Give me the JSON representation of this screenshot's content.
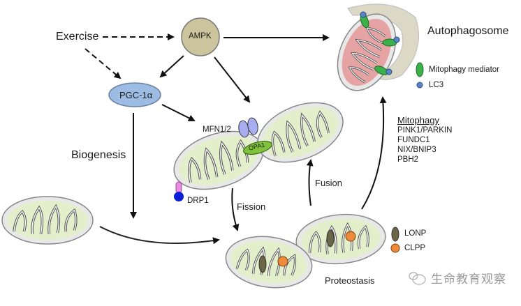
{
  "nodes": {
    "exercise": "Exercise",
    "ampk": "AMPK",
    "pgc1a": "PGC-1α",
    "autophagosome": "Autophagosome"
  },
  "processes": {
    "biogenesis": "Biogenesis",
    "fission": "Fission",
    "fusion": "Fusion",
    "proteostasis": "Proteostasis"
  },
  "proteins": {
    "mfn": "MFN1/2",
    "opa1": "OPA1",
    "drp1": "DRP1"
  },
  "legend_autophagy": [
    {
      "icon": "green-oval",
      "label": "Mitophagy mediator",
      "color": "#3cb04a"
    },
    {
      "icon": "blue-dot",
      "label": "LC3",
      "color": "#5b84c4"
    }
  ],
  "legend_proteostasis": [
    {
      "icon": "olive-oval",
      "label": "LONP",
      "color": "#6b6648"
    },
    {
      "icon": "orange-dot",
      "label": "CLPP",
      "color": "#ee8a3a"
    }
  ],
  "mitophagy": {
    "title": "Mitophagy",
    "items": [
      "PINK1/PARKIN",
      "FUNDC1",
      "NIX/BNIP3",
      "PBH2"
    ]
  },
  "watermark": "生命教育观察",
  "colors": {
    "healthy_matrix": "#e3eecb",
    "damaged_matrix": "#e6a3a3",
    "ampk_fill": "#cbc49c",
    "pgc_fill": "#9dbce3",
    "autophagosome_fill": "#dcd8c6",
    "mfn_fill": "#a8aef0",
    "opa1_fill": "#7fc23a",
    "drp1_head": "#0a1fd6",
    "drp1_stalk": "#e88ce0"
  }
}
